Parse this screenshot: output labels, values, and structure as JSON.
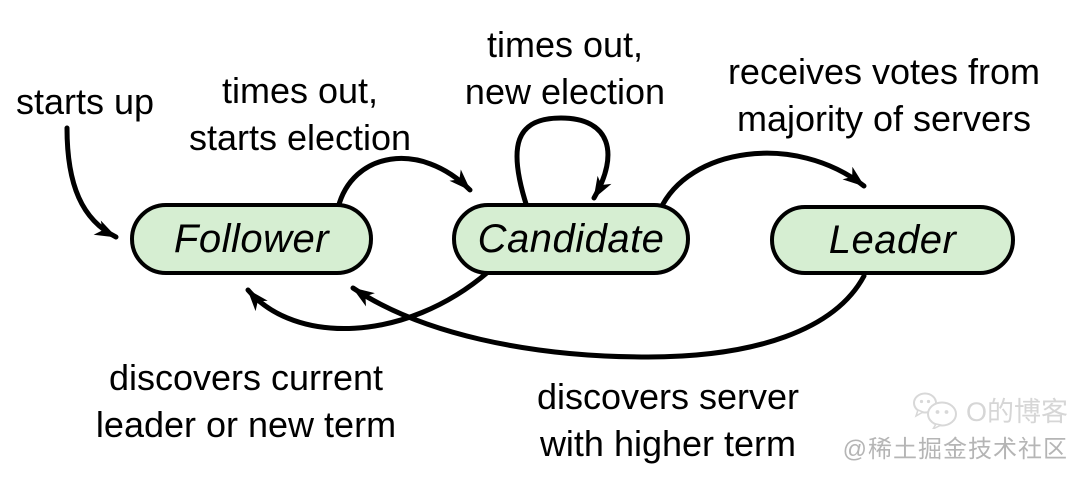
{
  "diagram": {
    "type": "state-machine",
    "subject": "Raft consensus roles",
    "nodes": [
      {
        "id": "follower",
        "label": "Follower"
      },
      {
        "id": "candidate",
        "label": "Candidate"
      },
      {
        "id": "leader",
        "label": "Leader"
      }
    ],
    "transitions": [
      {
        "id": "starts-up",
        "from": "(start)",
        "to": "follower",
        "lines": [
          "starts up",
          ""
        ]
      },
      {
        "id": "times-out-starts-election",
        "from": "follower",
        "to": "candidate",
        "lines": [
          "times out,",
          "starts election"
        ]
      },
      {
        "id": "times-out-new-election",
        "from": "candidate",
        "to": "candidate",
        "lines": [
          "times out,",
          "new election"
        ]
      },
      {
        "id": "receives-votes",
        "from": "candidate",
        "to": "leader",
        "lines": [
          "receives votes from",
          "majority of servers"
        ]
      },
      {
        "id": "discovers-current-leader",
        "from": "candidate",
        "to": "follower",
        "lines": [
          "discovers current",
          "leader or new term"
        ]
      },
      {
        "id": "discovers-higher-term",
        "from": "leader",
        "to": "follower",
        "lines": [
          "discovers server",
          "with higher term"
        ]
      }
    ]
  },
  "watermark": {
    "icon": "wechat-icon",
    "blog_name": "O的博客",
    "community": "@稀土掘金技术社区"
  },
  "colors": {
    "node_fill": "#d6eed2",
    "node_border": "#000000",
    "arrow": "#000000",
    "label_text": "#000000",
    "watermark_light": "#d6d6d6",
    "watermark_dark": "#b5b5b5"
  }
}
